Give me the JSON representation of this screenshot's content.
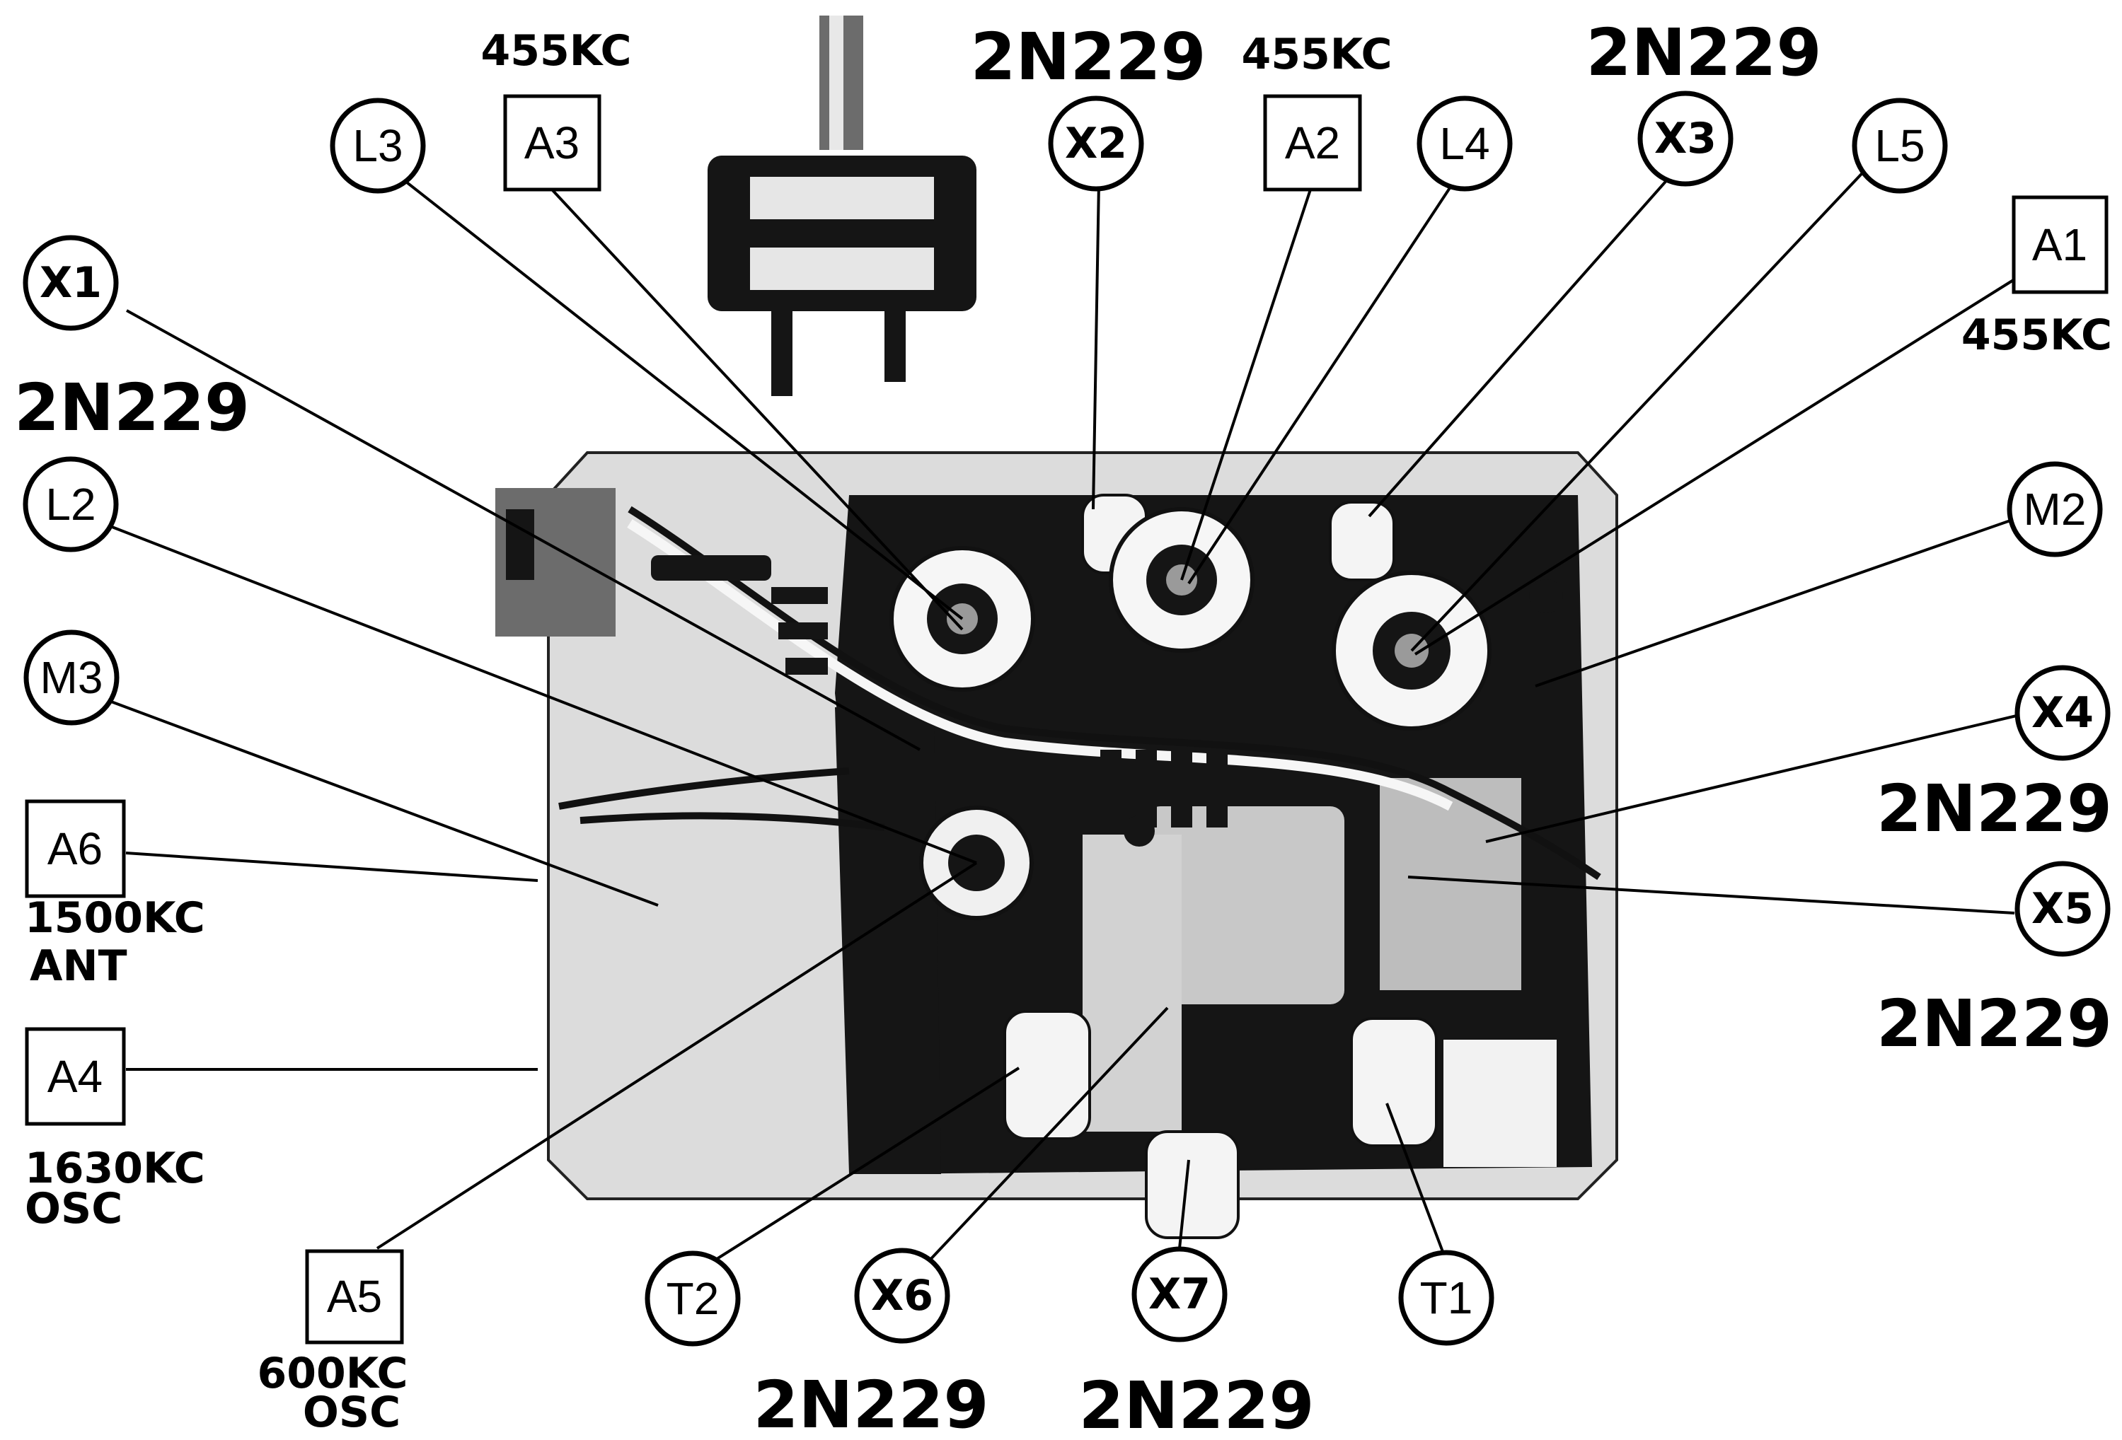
{
  "labels": {
    "L3": "L3",
    "A3": "A3",
    "X2": "X2",
    "A2": "A2",
    "L4": "L4",
    "X3": "X3",
    "L5": "L5",
    "A1": "A1",
    "X1": "X1",
    "L2": "L2",
    "M2": "M2",
    "M3": "M3",
    "A6": "A6",
    "X4": "X4",
    "X5": "X5",
    "A4": "A4",
    "A5": "A5",
    "T2": "T2",
    "X6": "X6",
    "X7": "X7",
    "T1": "T1"
  },
  "captions": {
    "a3_freq": "455KC",
    "x2_type": "2N229",
    "a2_freq": "455KC",
    "x3_type": "2N229",
    "a1_freq": "455KC",
    "x1_type": "2N229",
    "a6_freq": "1500KC",
    "a6_func": "ANT",
    "x4_type": "2N229",
    "x5_type": "2N229",
    "a4_freq": "1630KC",
    "a4_func": "OSC",
    "a5_freq": "600KC",
    "a5_func": "OSC",
    "x6_type": "2N229",
    "x7_type": "2N229"
  }
}
